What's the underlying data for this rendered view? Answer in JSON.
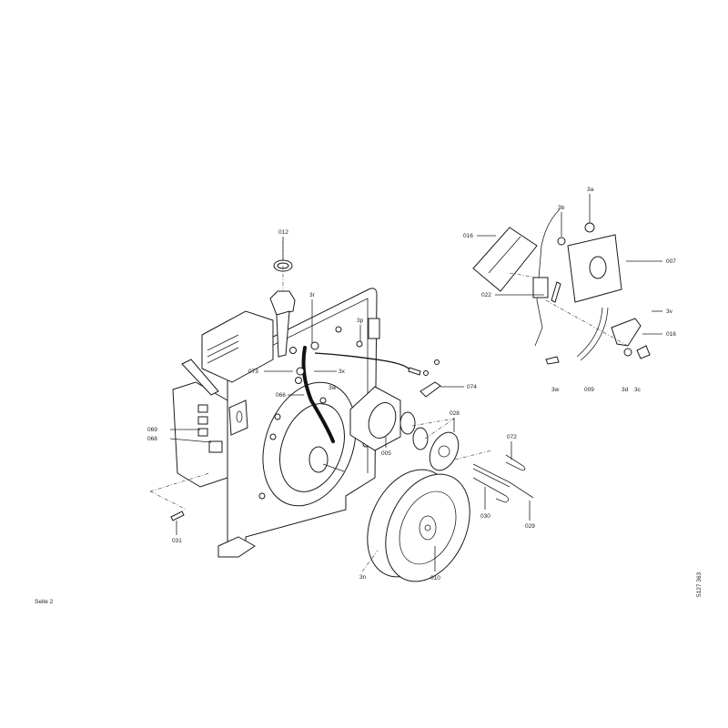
{
  "page_label": "Seite 2",
  "drawing_number": "5127 363",
  "callouts": {
    "c3a": "3a",
    "c3b": "3b",
    "c016a": "016",
    "c007": "007",
    "c022": "022",
    "c3v": "3v",
    "c016b": "016",
    "c3w_a": "3w",
    "c009": "009",
    "c3d": "3d",
    "c3c": "3c",
    "c074": "074",
    "c012": "012",
    "c3r": "3r",
    "c3p": "3p",
    "c073": "073",
    "c3x": "3x",
    "c3w_b": "3w",
    "c066": "066",
    "c069": "069",
    "c068": "068",
    "c005": "005",
    "c028": "028",
    "c072": "072",
    "c030": "030",
    "c029": "029",
    "c010": "010",
    "c3n": "3n",
    "c031": "031"
  }
}
